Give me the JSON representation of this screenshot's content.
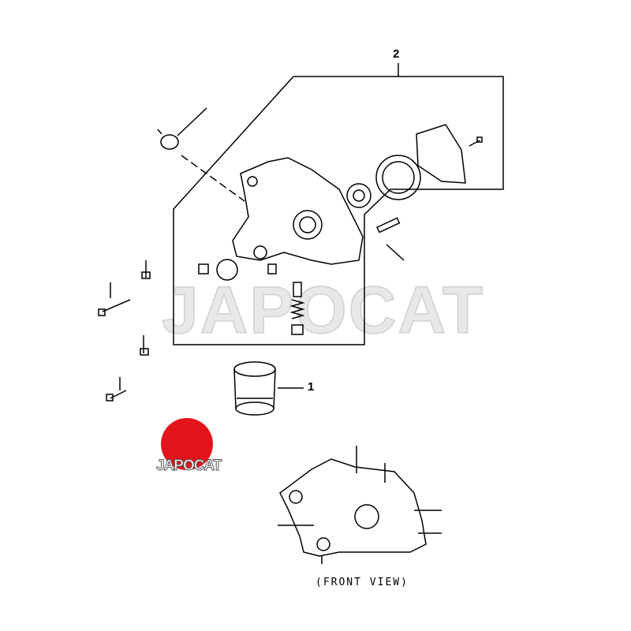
{
  "callouts": {
    "part_2": "2",
    "part_1": "1"
  },
  "caption": "(FRONT VIEW)",
  "watermark": "JAPOCAT",
  "logo": {
    "text": "JAPOCAT",
    "color": "#e3141b"
  }
}
